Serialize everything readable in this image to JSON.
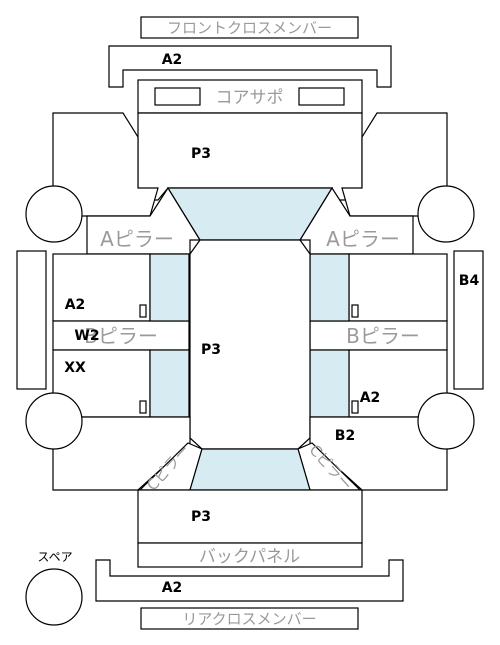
{
  "labels": {
    "front_cross_member": "フロントクロスメンバー",
    "core_support": "コアサポ",
    "a_pillar_left": "Aピラー",
    "a_pillar_right": "Aピラー",
    "b_pillar_left": "Bピラー",
    "b_pillar_right": "Bピラー",
    "c_pillar_left": "Cピラー",
    "c_pillar_right": "Cピラー",
    "back_panel": "バックパネル",
    "rear_cross_member": "リアクロスメンバー",
    "spare": "スペア"
  },
  "codes": {
    "front_member": "A2",
    "hood": "P3",
    "left_door_upper": "A2",
    "left_b_pillar": "W2",
    "left_door_lower": "XX",
    "roof": "P3",
    "right_rocker": "B4",
    "right_door_lower": "A2",
    "right_rear_quarter": "B2",
    "trunk": "P3",
    "rear_member": "A2"
  }
}
